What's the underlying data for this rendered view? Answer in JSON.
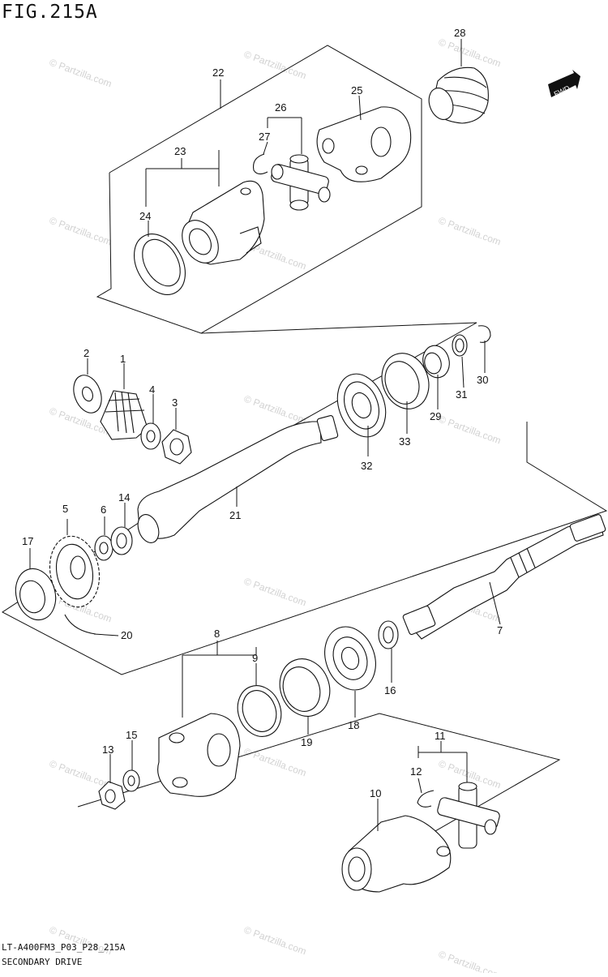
{
  "figure": {
    "title": "FIG.215A",
    "model_code": "LT-A400FM3_P03_P28_215A",
    "name": "SECONDARY DRIVE"
  },
  "direction_badge": {
    "label": "FWD"
  },
  "watermark": {
    "text": "© Partzilla.com",
    "color": "#d2d2d2"
  },
  "callouts": [
    "1",
    "2",
    "3",
    "4",
    "5",
    "6",
    "7",
    "8",
    "9",
    "10",
    "11",
    "12",
    "13",
    "14",
    "15",
    "16",
    "17",
    "18",
    "19",
    "20",
    "21",
    "22",
    "23",
    "24",
    "25",
    "26",
    "27",
    "28",
    "29",
    "30",
    "31",
    "32",
    "33"
  ]
}
